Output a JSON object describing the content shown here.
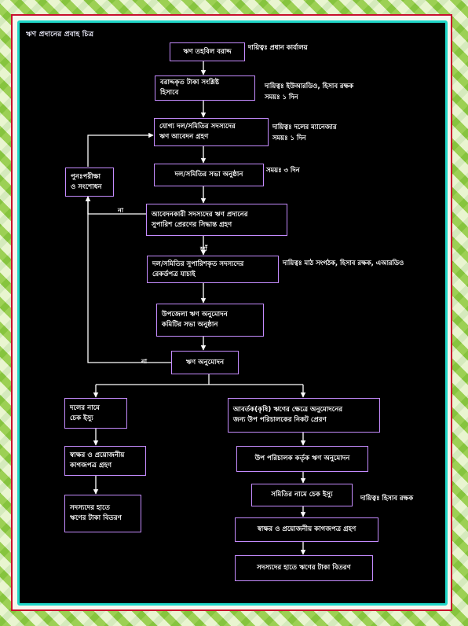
{
  "title": "ঋণ প্রদানের প্রবাহ চিত্র",
  "steps": {
    "s1": "ঋণ তহবিল বরাদ্দ",
    "s2": [
      "বরাদ্দকৃত টাকা সংশ্লিষ্ট",
      "হিসাবে"
    ],
    "s3": [
      "যোগ্য দল/সমিতির সদস্যদের",
      "ঋণ আবেদন গ্রহণ"
    ],
    "s4": "দল/সমিতির সভা অনুষ্ঠান",
    "s5": [
      "আবেদনকারী সদস্যদের ঋণ প্রদানের",
      "সুপারিশ প্রেরণের সিদ্ধান্ত গ্রহণ"
    ],
    "s6": [
      "দল/সমিতির সুপারিশকৃত সদস্যদের",
      "রেকর্ডপত্র যাচাই"
    ],
    "s7": [
      "উপজেলা ঋণ অনুমোদন",
      "কমিটির সভা অনুষ্ঠান"
    ],
    "s8": "ঋণ অনুমোদন",
    "review": [
      "পুনঃপরীক্ষা",
      "ও সংশোধন"
    ],
    "left1": [
      "দলের নামে",
      "চেক ইস্যু"
    ],
    "left2": [
      "স্বাক্ষর ও প্রয়োজনীয়",
      "কাগজপত্র গ্রহণ"
    ],
    "left3": [
      "সদস্যদের হাতে",
      "ঋণের টাকা বিতরণ"
    ],
    "right1": [
      "আবর্তক(কৃষি) ঋণের ক্ষেত্রে অনুমোদনের",
      "জন্য উপ পরিচালকের নিকট প্রেরণ"
    ],
    "right2": "উপ পরিচালক কর্তৃক ঋণ অনুমোদন",
    "right3": "সমিতির নামে চেক ইস্যু",
    "right4": "স্বাক্ষর ও প্রয়োজনীয় কাগজপত্র গ্রহণ",
    "right5": "সদস্যদের হাতে ঋণের টাকা বিতরণ"
  },
  "notes": {
    "n1": "দায়িত্বঃ প্রধান কার্যালয়",
    "n2": "দায়িত্বঃ ইউআরডিও, হিসাব রক্ষক",
    "n2b": "সময়ঃ ১ দিন",
    "n3": "দায়িত্বঃ দলের ম্যানেজার",
    "n3b": "সময়ঃ ১ দিন",
    "n4": "সময়ঃ ৩ দিন",
    "n6": "দায়িত্বঃ মাঠ সংগঠক, হিসাব রক্ষক, এআরডিও",
    "n9": "দায়িত্বঃ হিসাব রক্ষক"
  },
  "labels": {
    "no1": "না",
    "yes": "হ্যাঁ",
    "no2": "না"
  },
  "colors": {
    "panel": "#000000",
    "box_border": "#c58cff",
    "frame_border": "#1fd7c8",
    "outer_border": "#c8102e",
    "arrow": "#ffffff"
  }
}
